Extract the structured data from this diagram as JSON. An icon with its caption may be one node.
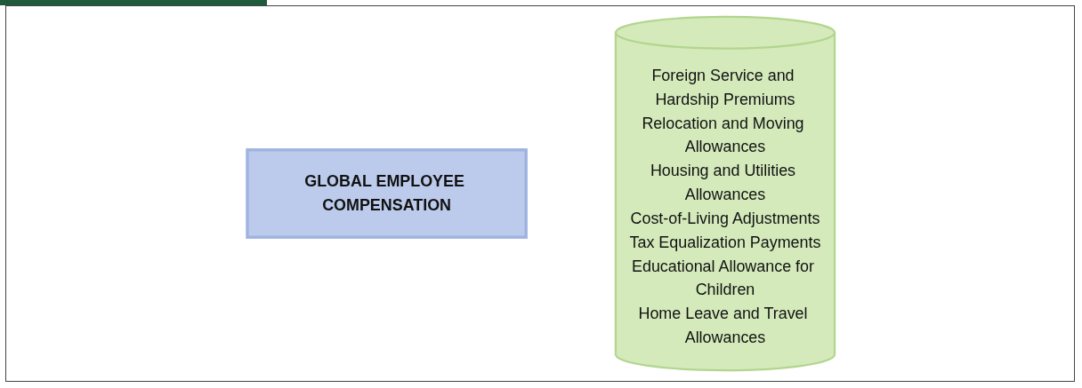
{
  "diagram": {
    "nodes": [
      {
        "text": [
          "GLOBAL EMPLOYEE COMPENSATION"
        ]
      },
      {
        "text": [
          "Foreign Service and Hardship Premiums",
          "Relocation and Moving Allowances",
          "Housing and Utilities Allowances",
          "Cost-of-Living Adjustments",
          "Tax Equalization Payments",
          "Educational Allowance for Children",
          "Home Leave and Travel Allowances"
        ]
      }
    ]
  }
}
